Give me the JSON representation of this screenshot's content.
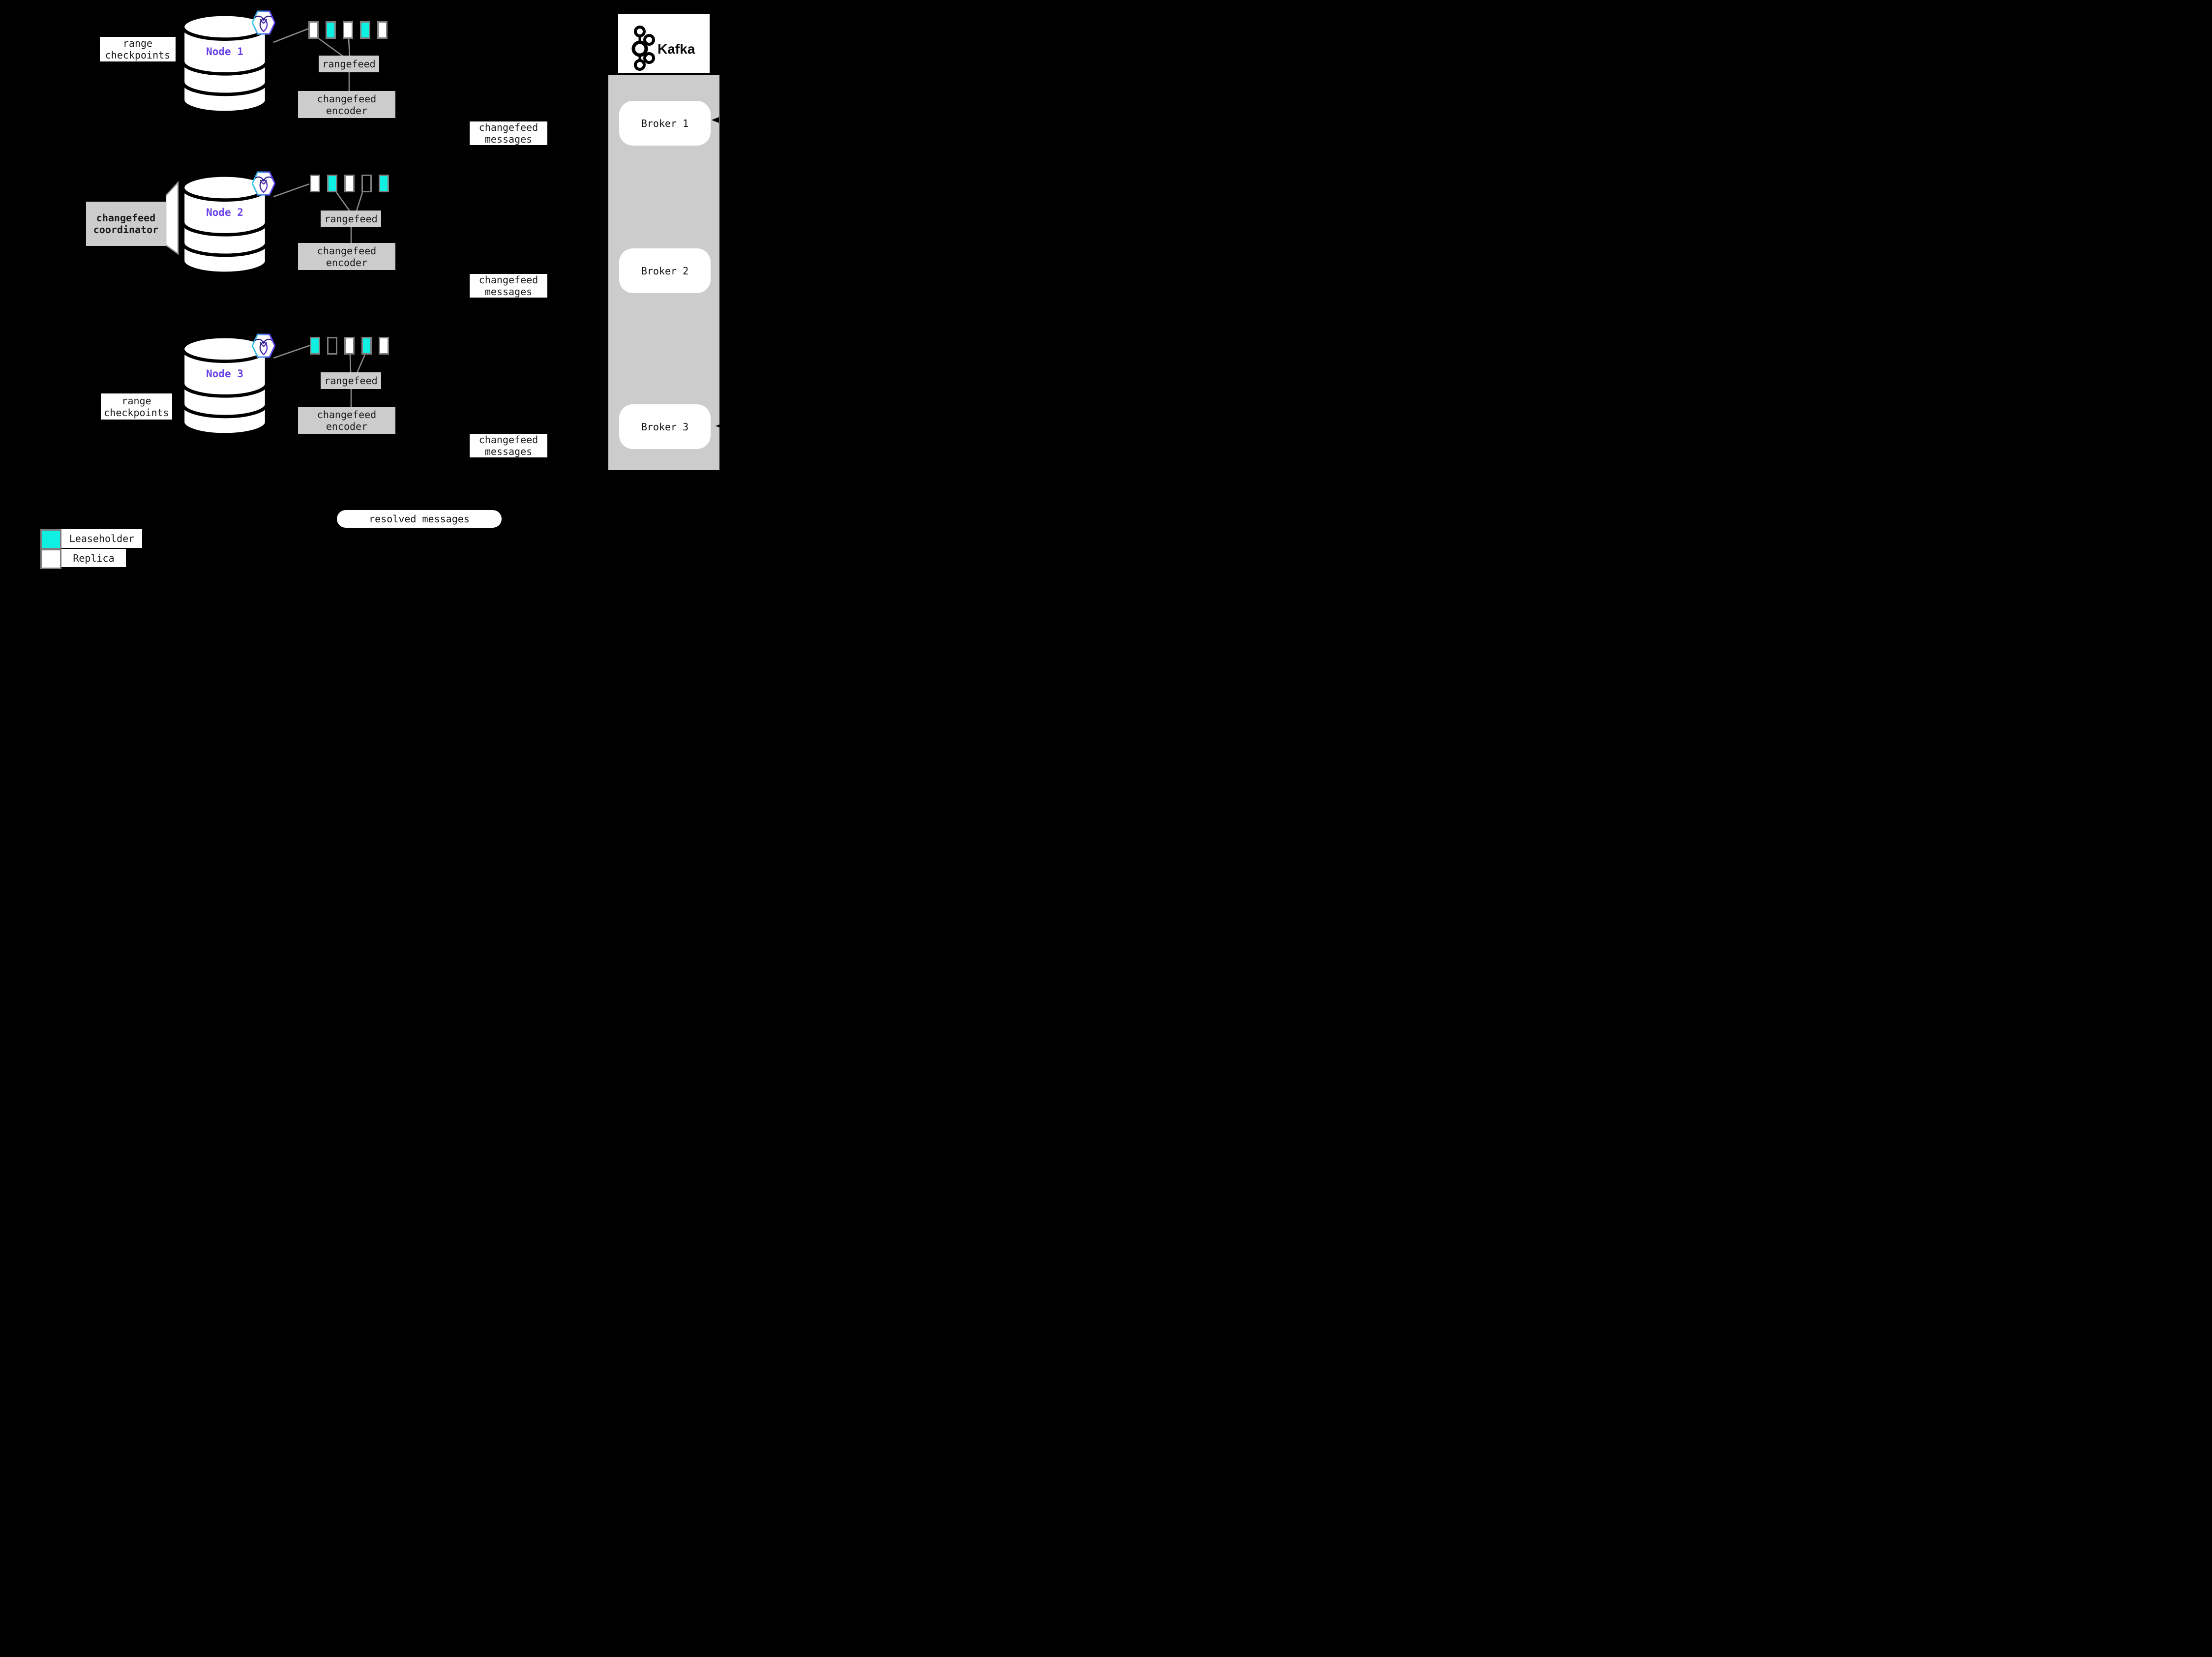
{
  "colors": {
    "background": "#000000",
    "leaseholder": "#0df0e2",
    "replica": "#ffffff",
    "panel_gray": "#cccccc",
    "node_label_purple": "#6a44e8",
    "connector_gray": "#8a8a8a"
  },
  "nodes": [
    {
      "label": "Node 1",
      "annotation": "range\ncheckpoints",
      "squares": [
        "replica",
        "leaseholder",
        "replica",
        "leaseholder",
        "replica"
      ],
      "rangefeed": "rangefeed",
      "encoder": "changefeed\nencoder",
      "messages": "changefeed\nmessages"
    },
    {
      "label": "Node 2",
      "squares": [
        "replica",
        "leaseholder",
        "replica",
        "empty",
        "leaseholder"
      ],
      "rangefeed": "rangefeed",
      "encoder": "changefeed\nencoder",
      "messages": "changefeed\nmessages"
    },
    {
      "label": "Node 3",
      "annotation": "range\ncheckpoints",
      "squares": [
        "leaseholder",
        "empty",
        "replica",
        "leaseholder",
        "replica"
      ],
      "rangefeed": "rangefeed",
      "encoder": "changefeed\nencoder",
      "messages": "changefeed\nmessages"
    }
  ],
  "coordinator_label": "changefeed\ncoordinator",
  "kafka": {
    "brand": "Kafka",
    "brokers": [
      {
        "label": "Broker 1"
      },
      {
        "label": "Broker 2"
      },
      {
        "label": "Broker 3"
      }
    ]
  },
  "resolved_label": "resolved messages",
  "legend": {
    "items": [
      {
        "type": "leaseholder",
        "label": "Leaseholder"
      },
      {
        "type": "replica",
        "label": "Replica"
      }
    ]
  }
}
